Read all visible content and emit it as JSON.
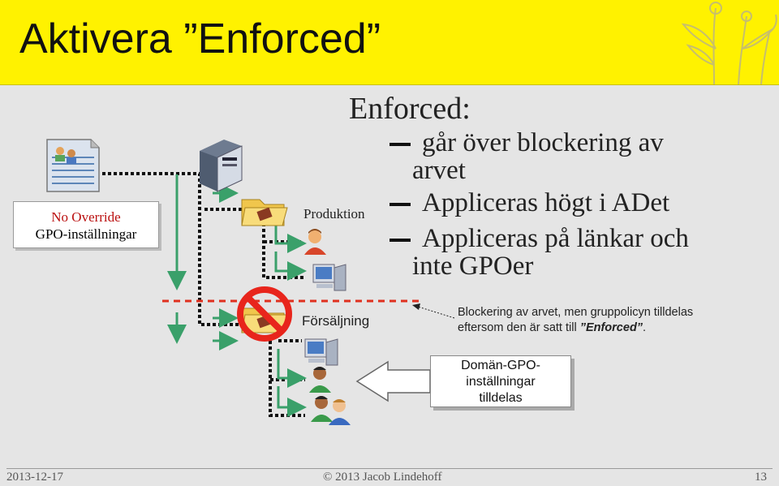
{
  "title": "Aktivera ”Enforced”",
  "enforced": {
    "heading": "Enforced:",
    "bullets": [
      "går över blockering av",
      "arvet",
      "Appliceras högt i ADet",
      "Appliceras på länkar och",
      "inte GPOer"
    ]
  },
  "no_override": {
    "line1": "No Override",
    "line2": "GPO-inställningar"
  },
  "ou_labels": {
    "produktion": "Produktion",
    "forsaljning": "Försäljning"
  },
  "note": {
    "line1": "Blockering av arvet, men gruppolicyn tilldelas",
    "line2_prefix": "eftersom den är satt till ",
    "line2_emph": "”Enforced”",
    "line2_suffix": "."
  },
  "domain_box": {
    "line1": "Domän-GPO-",
    "line2": "inställningar",
    "line3": "tilldelas"
  },
  "footer": {
    "date": "2013-12-17",
    "copyright": "© 2013 Jacob Lindehoff",
    "page": "13"
  },
  "colors": {
    "header": "#fff200",
    "arrow": "#3aa06a",
    "block": "#e8251c",
    "red_dash": "#e0301e"
  },
  "icons": [
    "gpo-document-icon",
    "server-icon",
    "folder-icon",
    "user-icon",
    "computer-icon",
    "no-entry-icon",
    "book-icon",
    "left-arrow-icon",
    "plant-icon"
  ]
}
